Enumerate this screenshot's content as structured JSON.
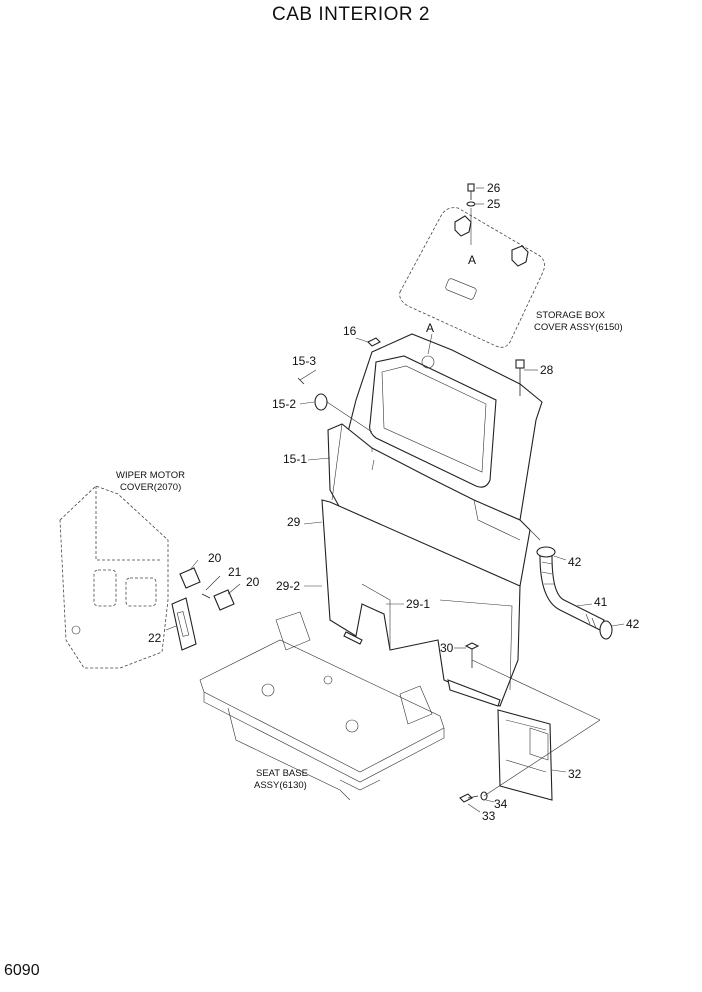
{
  "title": "CAB INTERIOR 2",
  "page_number": "6090",
  "callouts": {
    "p26": "26",
    "p25": "25",
    "pA_top": "A",
    "pA": "A",
    "p16": "16",
    "p15_3": "15-3",
    "p15_2": "15-2",
    "p15_1": "15-1",
    "p28": "28",
    "p29": "29",
    "p29_2": "29-2",
    "p29_1": "29-1",
    "p42a": "42",
    "p41": "41",
    "p42b": "42",
    "p30": "30",
    "p20a": "20",
    "p21": "21",
    "p20b": "20",
    "p22": "22",
    "p32": "32",
    "p34": "34",
    "p33": "33"
  },
  "notes": {
    "storage_1": "STORAGE BOX",
    "storage_2": "COVER ASSY(6150)",
    "wiper_1": "WIPER MOTOR",
    "wiper_2": "COVER(2070)",
    "seat_1": "SEAT BASE",
    "seat_2": "ASSY(6130)"
  }
}
